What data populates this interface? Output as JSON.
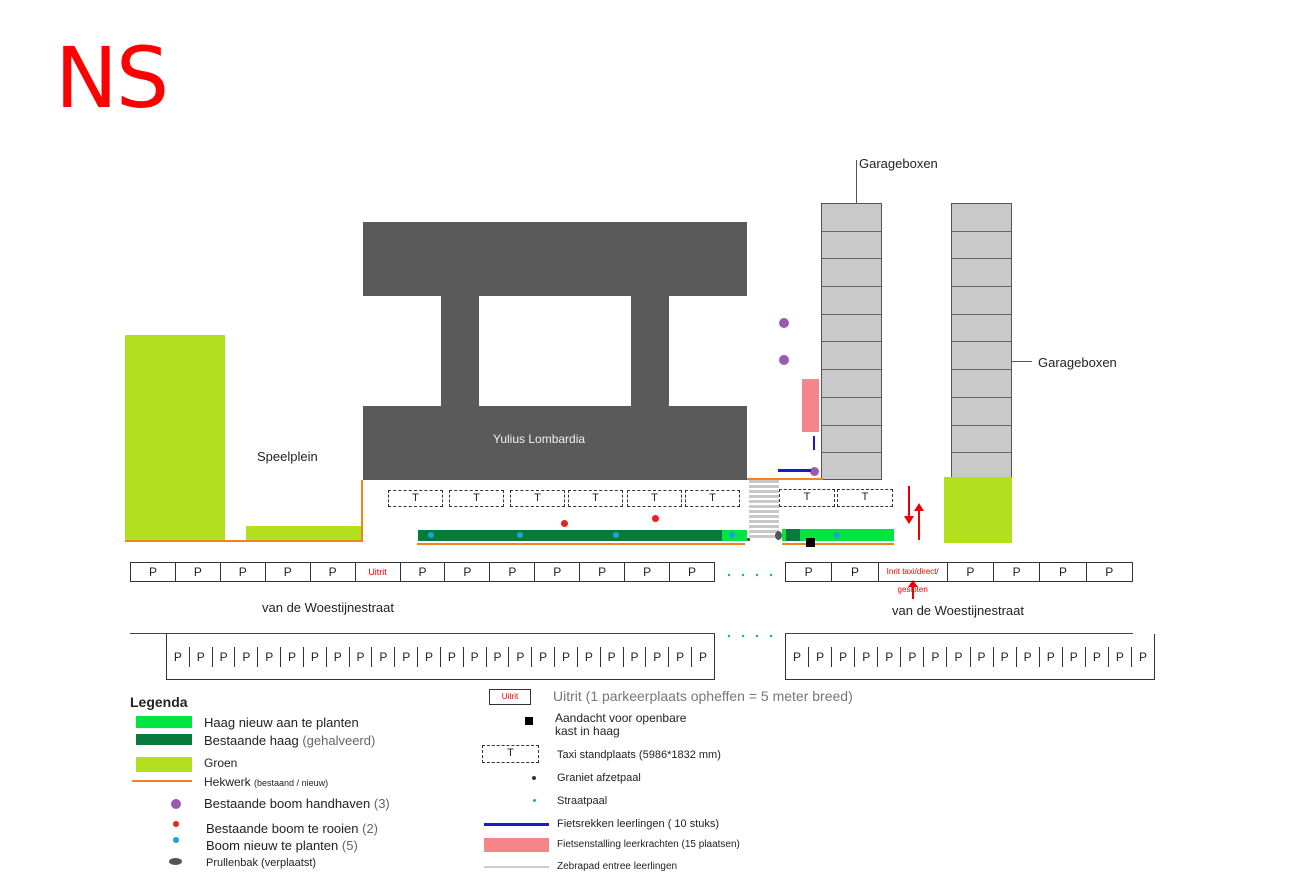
{
  "logo": "NS",
  "map": {
    "garage_label_top": "Garageboxen",
    "garage_label_right": "Garageboxen",
    "playground_label": "Speelplein",
    "building_label": "Yulius Lombardia",
    "street_label_left": "van de Woestijnestraat",
    "street_label_right": "van de Woestijnestraat",
    "taxi_letter": "T",
    "parking_letter": "P",
    "exit_label": "Uitrit",
    "exit_label_small": "Inrit taxi/direct/ gesloten",
    "colors": {
      "building": "#5a5a5a",
      "green_area": "#b2e01e",
      "fence": "#f58220",
      "hedge_new": "#00e640",
      "hedge_existing": "#087a3c",
      "tree_keep": "#9b59b6",
      "tree_remove": "#e8201e",
      "tree_new": "#1aa0e0",
      "bike_rack": "#1a1acc",
      "teacher_bikes": "#f4868a"
    }
  },
  "legend": {
    "title": "Legenda",
    "left": [
      {
        "icon": "new-hedge-swatch",
        "text": "Haag nieuw aan te planten"
      },
      {
        "icon": "existing-hedge-swatch",
        "text": "Bestaande haag",
        "note": "(gehalveerd)"
      },
      {
        "icon": "green-swatch",
        "text": "Groen"
      },
      {
        "icon": "fence-line",
        "text": "Hekwerk",
        "note": "(bestaand / nieuw)"
      },
      {
        "icon": "tree-keep-dot",
        "text": "Bestaande boom handhaven",
        "note": "(3)"
      },
      {
        "icon": "tree-remove-dot",
        "text": "Bestaande boom te rooien",
        "note": "(2)"
      },
      {
        "icon": "tree-new-dot",
        "text": "Boom nieuw te planten",
        "note": "(5)"
      },
      {
        "icon": "trash-bin-oval",
        "text": "Prullenbak (verplaatst)"
      }
    ],
    "right": [
      {
        "icon": "exit-box",
        "box_label": "Uitrit",
        "text": "Uitrit (1 parkeerplaats opheffen = 5 meter breed)"
      },
      {
        "icon": "black-square",
        "text": "Aandacht voor openbare",
        "text2": "kast in haag"
      },
      {
        "icon": "taxi-box",
        "box_label": "T",
        "text": "Taxi standplaats (5986*1832 mm)"
      },
      {
        "icon": "granite-post-dot",
        "text": "Graniet afzetpaal"
      },
      {
        "icon": "street-post-dot",
        "text": "Straatpaal"
      },
      {
        "icon": "bike-rack-line",
        "text": "Fietsrekken leerlingen",
        "note": "( 10 stuks)"
      },
      {
        "icon": "teacher-bikes-swatch",
        "text": "Fietsenstalling leerkrachten (15 plaatsen)"
      },
      {
        "icon": "zebra-line",
        "text": "Zebrapad entree leerlingen"
      }
    ]
  }
}
